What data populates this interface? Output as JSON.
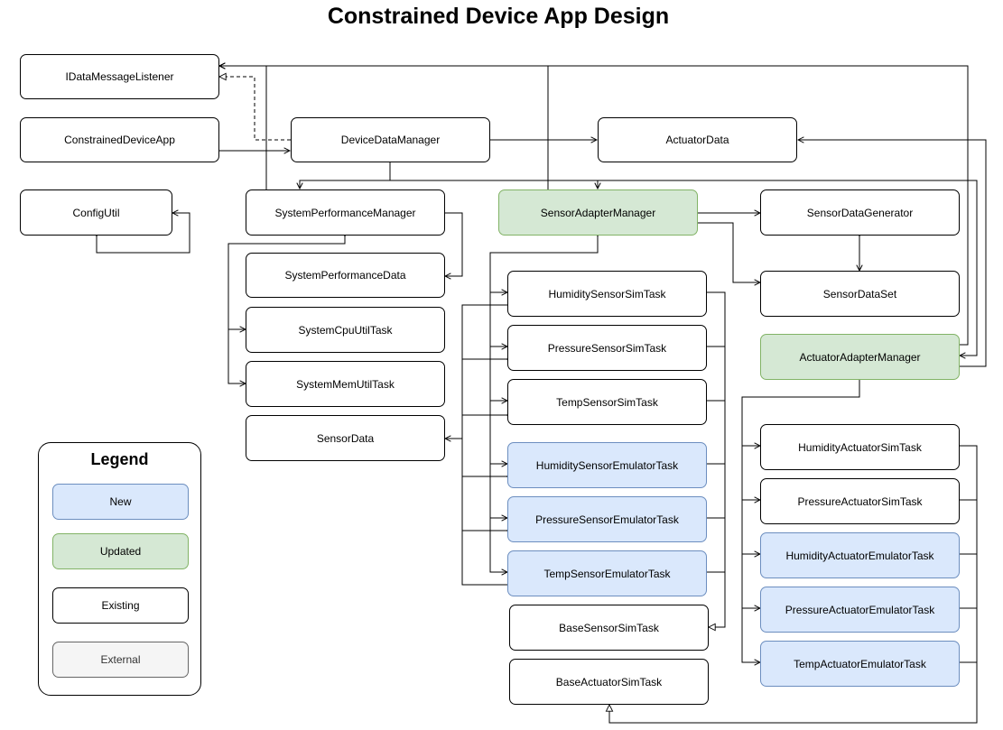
{
  "title": "Constrained Device App Design",
  "nodes": {
    "idatamessagelistener": "IDataMessageListener",
    "constraineddeviceapp": "ConstrainedDeviceApp",
    "configutil": "ConfigUtil",
    "devicedatamanager": "DeviceDataManager",
    "actuatordata": "ActuatorData",
    "systemperformancemanager": "SystemPerformanceManager",
    "sensoradaptermanager": "SensorAdapterManager",
    "sensordatagenerator": "SensorDataGenerator",
    "systemperformancedata": "SystemPerformanceData",
    "sensordataset": "SensorDataSet",
    "systemcpuutiltask": "SystemCpuUtilTask",
    "systemmemutiltask": "SystemMemUtilTask",
    "sensordata": "SensorData",
    "humiditysensorsimtask": "HumiditySensorSimTask",
    "pressuresensorsimtask": "PressureSensorSimTask",
    "tempsensorsimtask": "TempSensorSimTask",
    "humiditysensoremulatortask": "HumiditySensorEmulatorTask",
    "pressuresensoremulatortask": "PressureSensorEmulatorTask",
    "tempsensoremulatortask": "TempSensorEmulatorTask",
    "basesensorsimtask": "BaseSensorSimTask",
    "baseactuatorsimtask": "BaseActuatorSimTask",
    "actuatoradaptermanager": "ActuatorAdapterManager",
    "humidityactuatorsimtask": "HumidityActuatorSimTask",
    "pressureactuatorsimtask": "PressureActuatorSimTask",
    "humidityactuatoremulatortask": "HumidityActuatorEmulatorTask",
    "pressureactuatoremulatortask": "PressureActuatorEmulatorTask",
    "tempactuatoremulatortask": "TempActuatorEmulatorTask"
  },
  "legend": {
    "title": "Legend",
    "new": "New",
    "updated": "Updated",
    "existing": "Existing",
    "external": "External"
  },
  "colors": {
    "new_fill": "#dae8fc",
    "new_stroke": "#6c8ebf",
    "updated_fill": "#d5e8d4",
    "updated_stroke": "#82b366",
    "external_fill": "#f5f5f5",
    "external_stroke": "#666666"
  }
}
